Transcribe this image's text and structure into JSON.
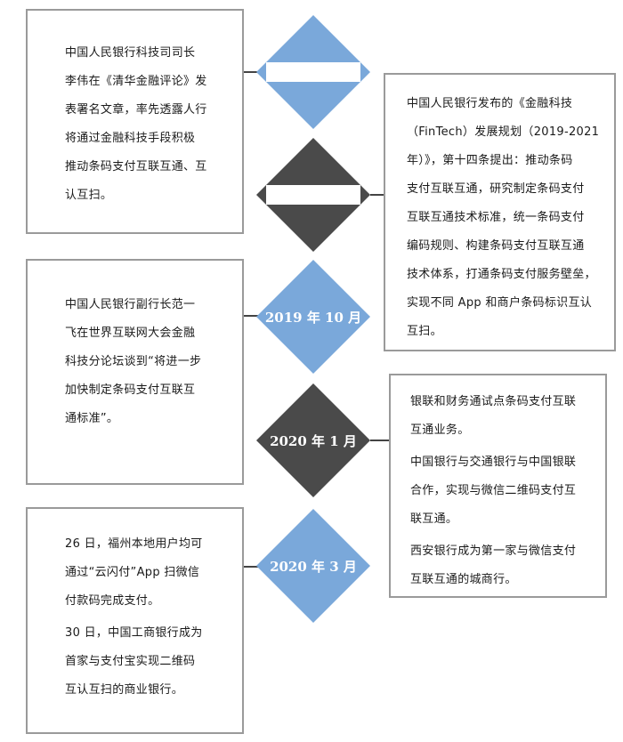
{
  "colors": {
    "blue": "#7aa8da",
    "dark": "#4a4a4a",
    "border": "#9a9a9a"
  },
  "boxes": {
    "b1": [
      "中国人民银行科技司司长",
      "李伟在《清华金融评论》发",
      "表署名文章，率先透露人行",
      "将通过金融科技手段积极",
      "推动条码支付互联互通、互",
      "认互扫。"
    ],
    "b2": [
      "中国人民银行发布的《金融科技",
      "（FinTech）发展规划（2019-2021",
      "年）》，第十四条提出：推动条码",
      "支付互联互通，研究制定条码支付",
      "互联互通技术标准，统一条码支付",
      "编码规则、构建条码支付互联互通",
      "技术体系，打通条码支付服务壁垒，",
      "实现不同 App 和商户条码标识互认",
      "互扫。"
    ],
    "b3": [
      "中国人民银行副行长范一",
      "飞在世界互联网大会金融",
      "科技分论坛谈到“将进一步",
      "加快制定条码支付互联互",
      "通标准”。"
    ],
    "b4_p1": [
      "银联和财务通试点条码支付互联",
      "互通业务。"
    ],
    "b4_p2": [
      "中国银行与交通银行与中国银联",
      "合作，实现与微信二维码支付互",
      "联互通。"
    ],
    "b4_p3": [
      "西安银行成为第一家与微信支付",
      "互联互通的城商行。"
    ],
    "b5_p1": [
      "26 日，福州本地用户均可",
      "通过“云闪付”App 扫微信",
      "付款码完成支付。"
    ],
    "b5_p2": [
      "30 日，中国工商银行成为",
      "首家与支付宝实现二维码",
      "互认互扫的商业银行。"
    ]
  },
  "diamonds": {
    "d3": "2019 年 10 月",
    "d4": "2020 年 1 月",
    "d5": "2020 年 3 月"
  }
}
